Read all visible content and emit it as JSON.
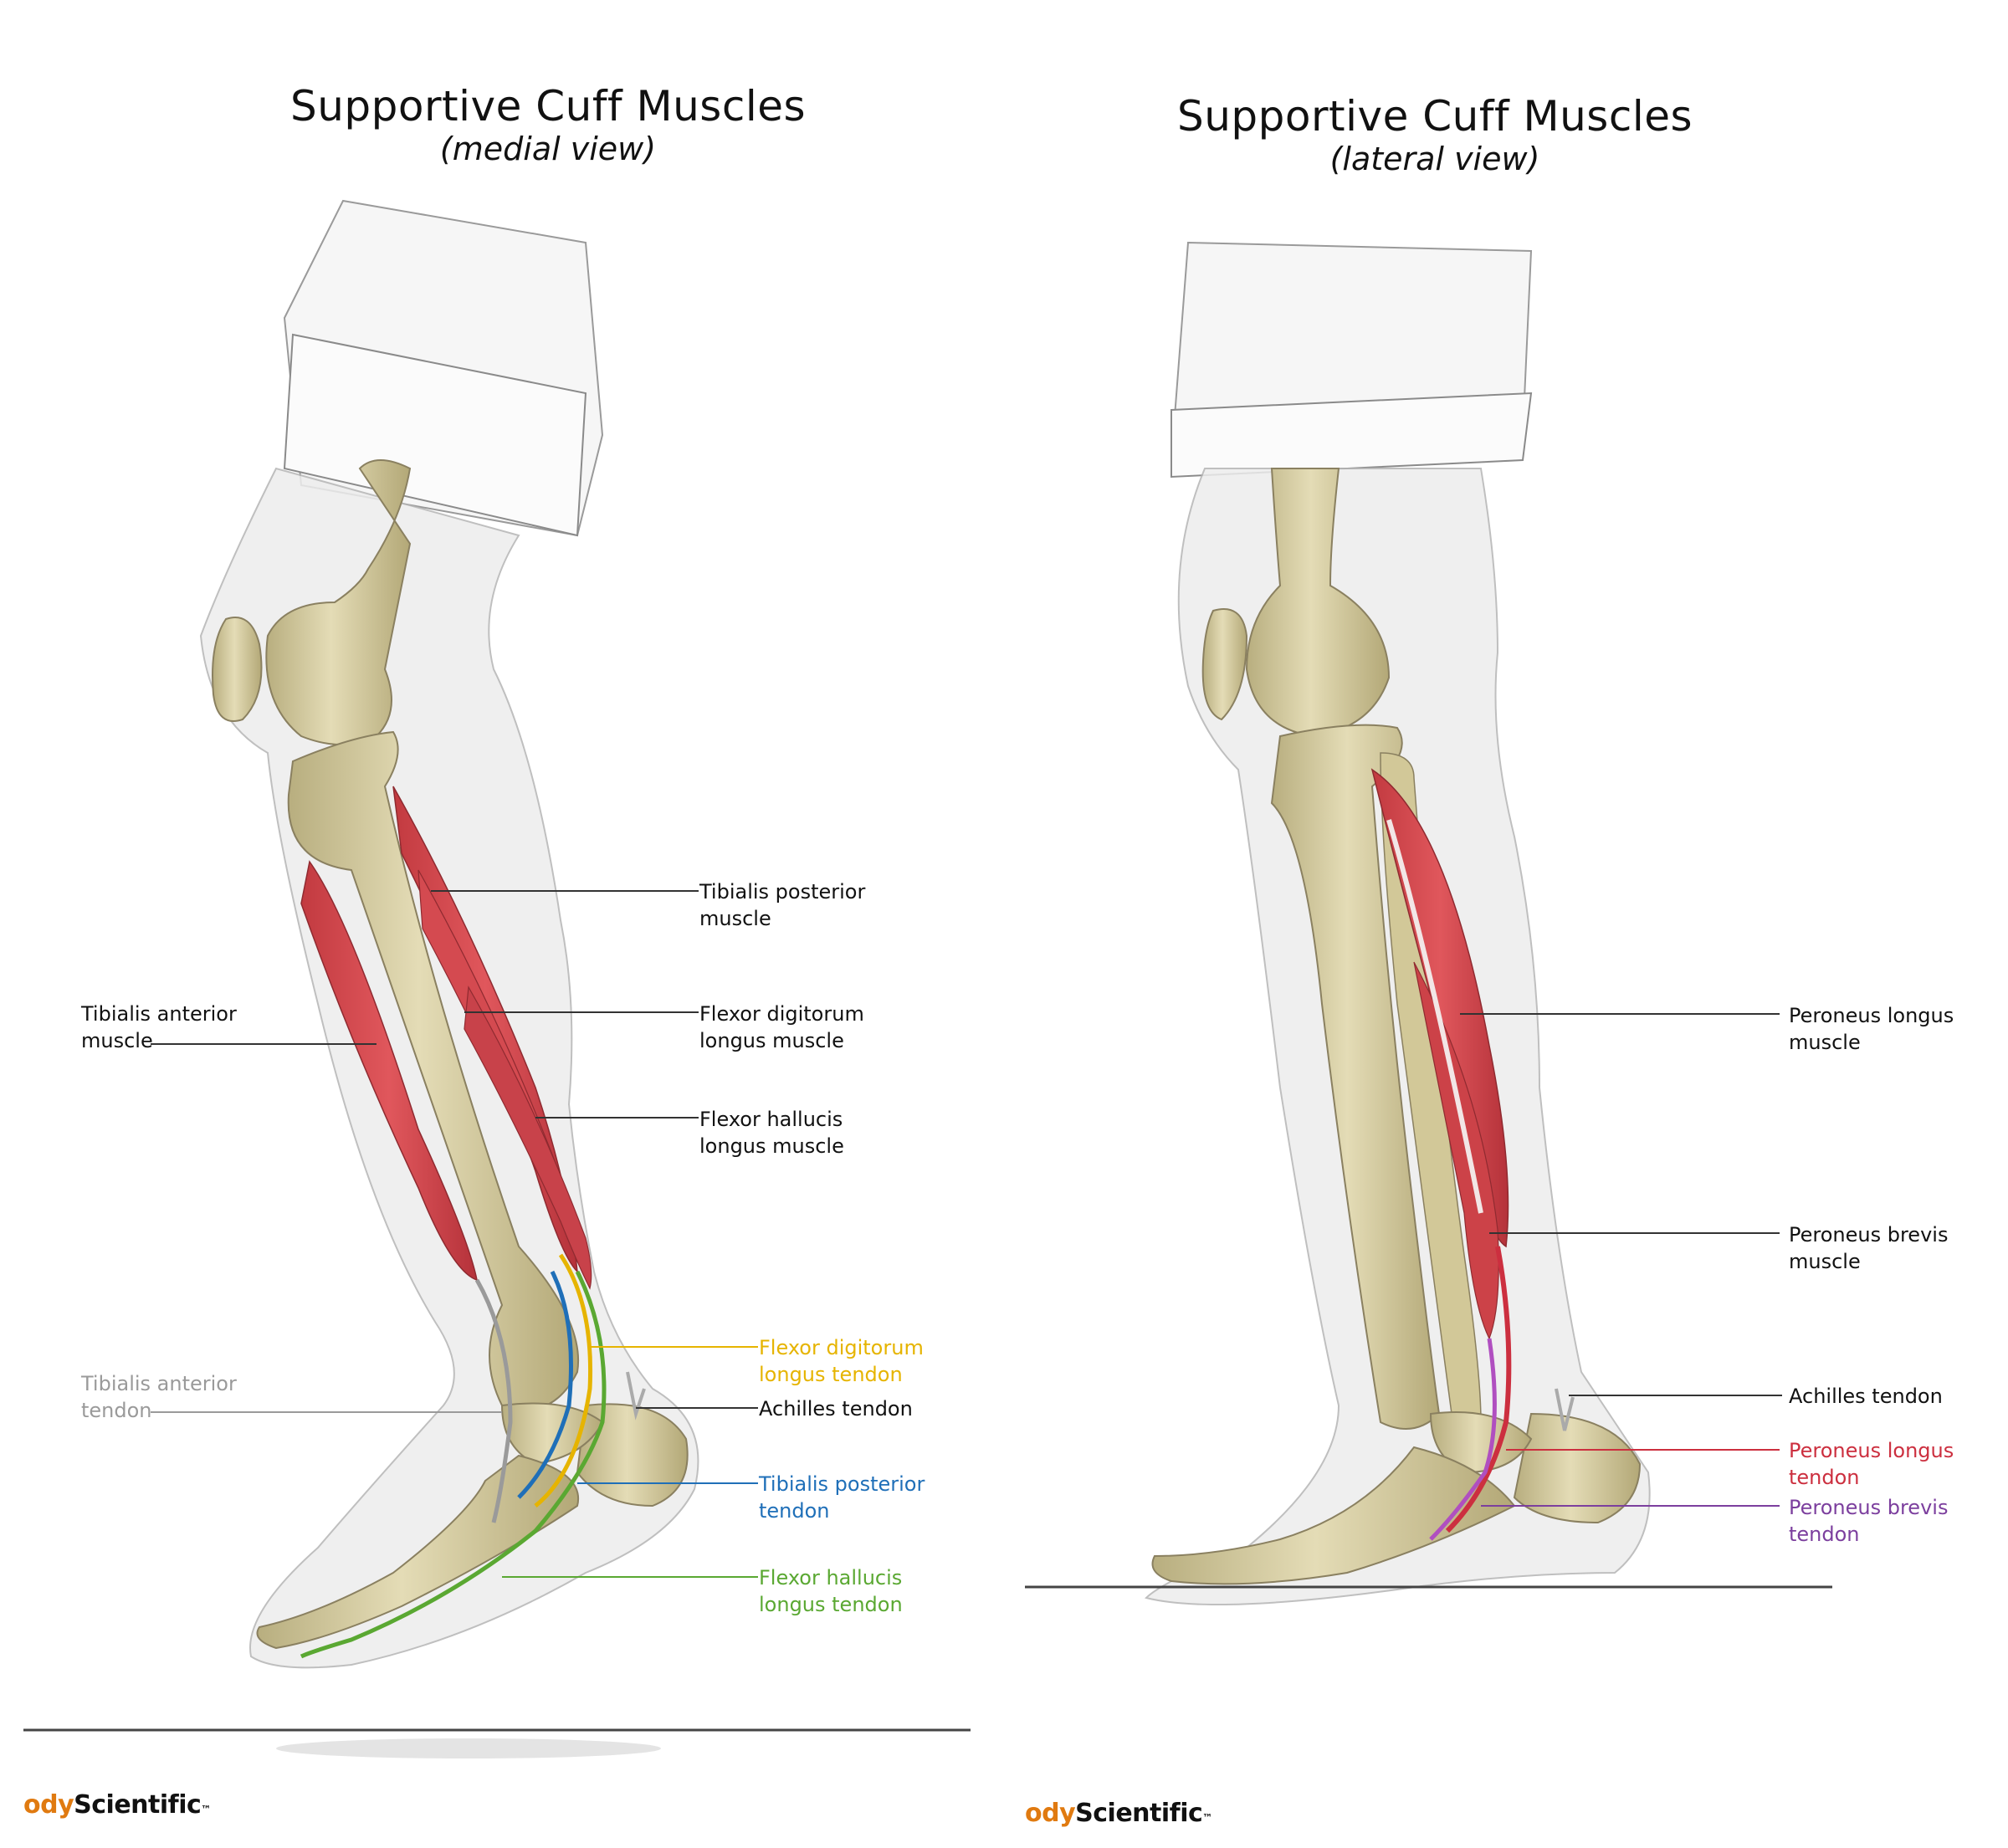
{
  "colors": {
    "muscle": "#d9474d",
    "bone": "#dcd3a9",
    "tendon_yellow": "#e6b400",
    "tendon_blue": "#1f6fb8",
    "tendon_green": "#5aa832",
    "tendon_gray": "#9a9a9a",
    "peroneus_longus_tendon": "#cc2f3f",
    "peroneus_brevis_tendon": "#7c3f9e"
  },
  "medial": {
    "title": "Supportive Cuff Muscles",
    "subtitle": "(medial view)",
    "labels": {
      "tibialis_posterior_muscle": [
        "Tibialis posterior",
        "muscle"
      ],
      "tibialis_anterior_muscle": [
        "Tibialis anterior",
        "muscle"
      ],
      "flexor_digitorum_longus_muscle": [
        "Flexor digitorum",
        "longus muscle"
      ],
      "flexor_hallucis_longus_muscle": [
        "Flexor hallucis",
        "longus muscle"
      ],
      "flexor_digitorum_longus_tendon": [
        "Flexor digitorum",
        "longus tendon"
      ],
      "tibialis_anterior_tendon": [
        "Tibialis anterior",
        "tendon"
      ],
      "achilles_tendon": "Achilles tendon",
      "tibialis_posterior_tendon": [
        "Tibialis posterior",
        "tendon"
      ],
      "flexor_hallucis_longus_tendon": [
        "Flexor hallucis",
        "longus tendon"
      ]
    },
    "logo": {
      "part1": "ody",
      "part2": "Scientific",
      "mark": "™"
    }
  },
  "lateral": {
    "title": "Supportive Cuff Muscles",
    "subtitle": "(lateral view)",
    "labels": {
      "peroneus_longus_muscle": [
        "Peroneus longus",
        "muscle"
      ],
      "peroneus_brevis_muscle": [
        "Peroneus brevis",
        "muscle"
      ],
      "achilles_tendon": "Achilles tendon",
      "peroneus_longus_tendon": [
        "Peroneus longus",
        "tendon"
      ],
      "peroneus_brevis_tendon": [
        "Peroneus brevis",
        "tendon"
      ]
    },
    "logo": {
      "part1": "ody",
      "part2": "Scientific",
      "mark": "™"
    }
  }
}
